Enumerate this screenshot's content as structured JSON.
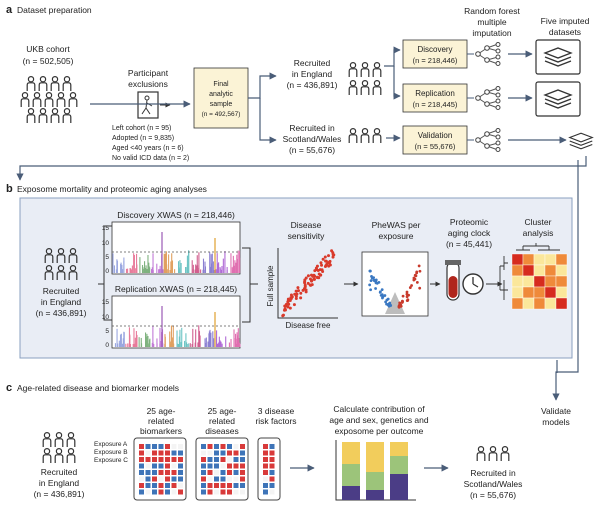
{
  "panel_a": {
    "letter": "a",
    "heading": "Dataset preparation",
    "cohort_title": "UKB cohort",
    "cohort_n": "(n = 502,505)",
    "exclusions_title_1": "Participant",
    "exclusions_title_2": "exclusions",
    "exclusion_lines": [
      "Left cohort (n = 95)",
      "Adopted (n = 9,835)",
      "Aged <40 years (n = 6)",
      "No valid ICD data (n = 2)"
    ],
    "final_sample_lines": [
      "Final",
      "analytic",
      "sample",
      "(n = 492,567)"
    ],
    "england_lines": [
      "Recruited",
      "in England",
      "(n = 436,891)"
    ],
    "scotland_lines": [
      "Recruited in",
      "Scotland/Wales",
      "(n = 55,676)"
    ],
    "discovery_lines": [
      "Discovery",
      "(n = 218,446)"
    ],
    "replication_lines": [
      "Replication",
      "(n = 218,445)"
    ],
    "validation_lines": [
      "Validation",
      "(n = 55,676)"
    ],
    "rf_lines": [
      "Random forest",
      "multiple",
      "imputation"
    ],
    "imputed_lines": [
      "Five imputed",
      "datasets"
    ]
  },
  "panel_b": {
    "letter": "b",
    "heading": "Exposome mortality and proteomic aging analyses",
    "england_lines": [
      "Recruited",
      "in England",
      "(n = 436,891)"
    ],
    "discovery_title": "Discovery XWAS (n = 218,446)",
    "replication_title": "Replication XWAS (n = 218,445)",
    "y_ticks": [
      "15",
      "10",
      "5",
      "0"
    ],
    "sensitivity_lines": [
      "Disease",
      "sensitivity"
    ],
    "full_sample": "Full sample",
    "disease_free": "Disease free",
    "phewas_lines": [
      "PheWAS per",
      "exposure"
    ],
    "clock_lines": [
      "Proteomic",
      "aging clock",
      "(n = 45,441)"
    ],
    "cluster_lines": [
      "Cluster",
      "analysis"
    ]
  },
  "panel_c": {
    "letter": "c",
    "heading": "Age-related disease and biomarker models",
    "england_lines": [
      "Recruited",
      "in England",
      "(n = 436,891)"
    ],
    "exposures": [
      "Exposure A",
      "Exposure B",
      "Exposure C"
    ],
    "biomarkers_lines": [
      "25 age-",
      "related",
      "biomarkers"
    ],
    "diseases_lines": [
      "25 age-",
      "related",
      "diseases"
    ],
    "risk_lines": [
      "3 disease",
      "risk factors"
    ],
    "contribution_lines": [
      "Calculate contribution of",
      "age and sex, genetics and",
      "exposome per outcome"
    ],
    "validate_lines": [
      "Validate",
      "models"
    ],
    "scotland_lines": [
      "Recruited in",
      "Scotland/Wales",
      "(n = 55,676)"
    ]
  },
  "colors": {
    "panel_b_bg": "#e9edf5",
    "panel_b_border": "#8aa0c0",
    "final_box": "#fbf3d6",
    "arrow": "#4a5d78",
    "heat_red": "#d62b1e",
    "heat_orange": "#ef8a3a",
    "heat_yellow": "#fbe79b",
    "dot_red": "#d93a2b",
    "grid_blue": "#3e74b8",
    "grid_red": "#d83a3a",
    "bar_green": "#9cc47a",
    "bar_yellow": "#f2cd5c",
    "bar_purple": "#4b3d86"
  }
}
